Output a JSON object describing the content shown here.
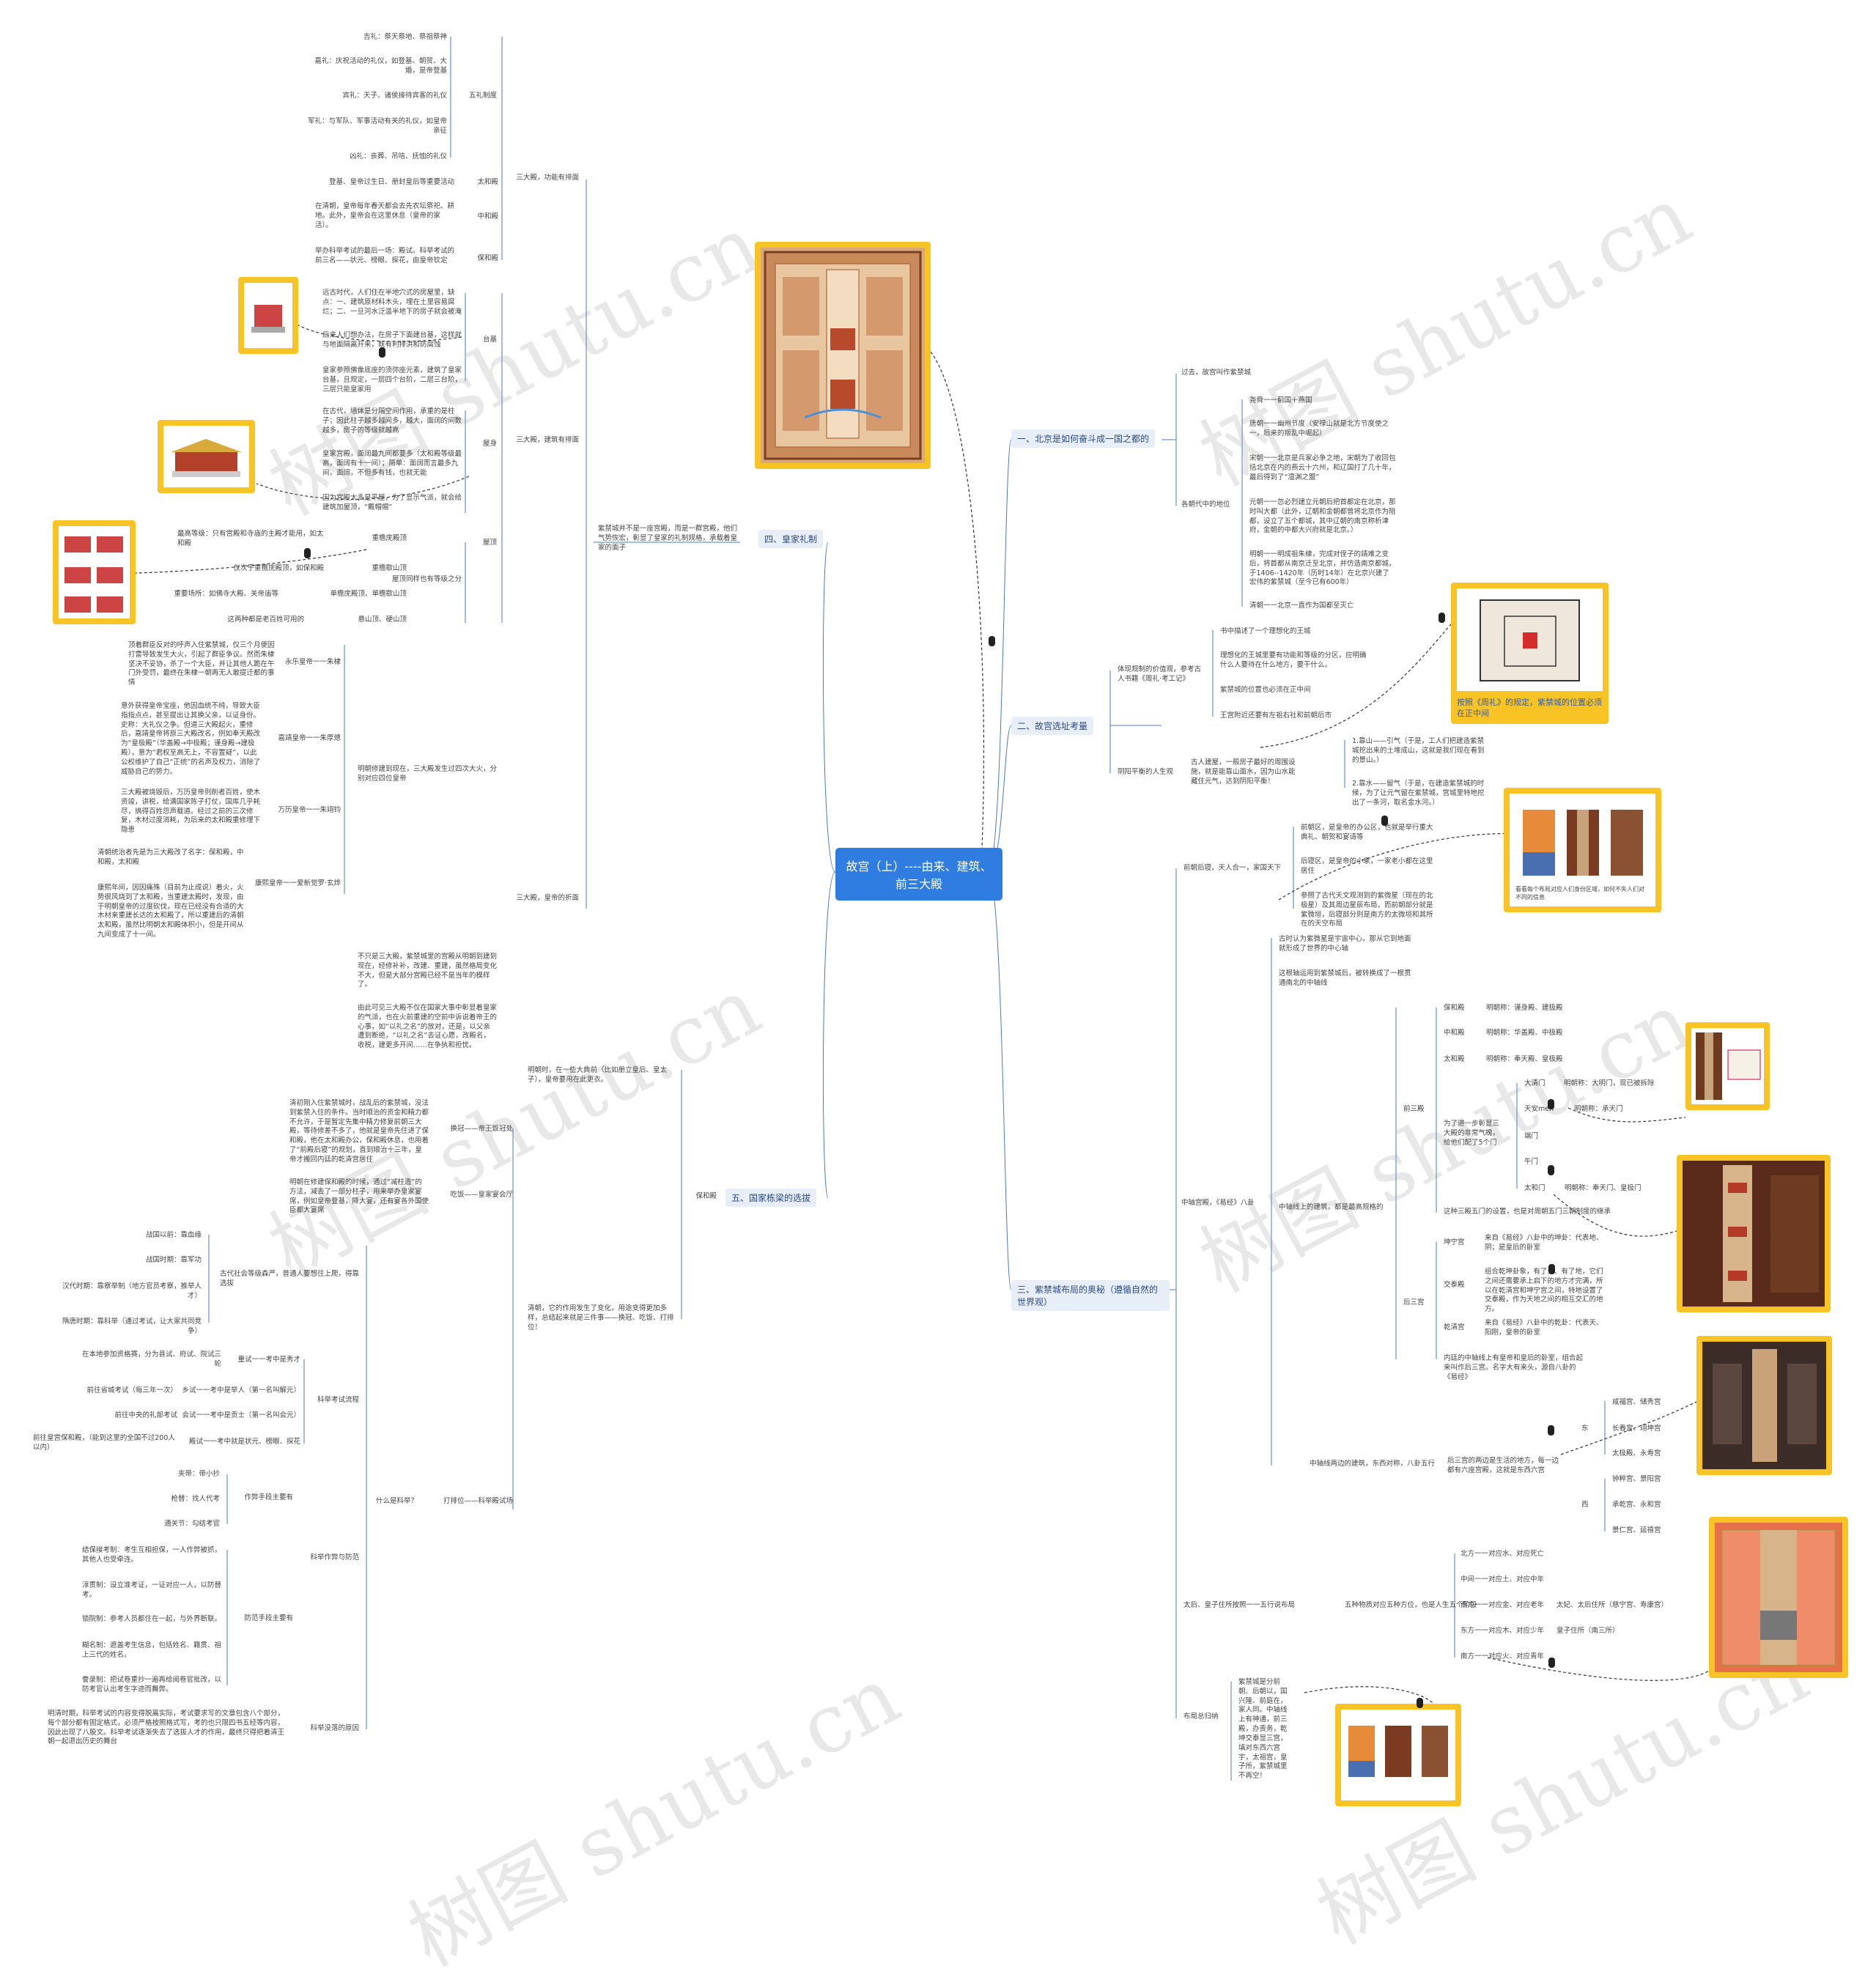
{
  "root": "故宫（上）----由来、建筑、前三大殿",
  "watermark": "树图 shutu.cn",
  "right": {
    "b1": {
      "title": "一、北京是如何奋斗成一国之都的",
      "past": "过去，故宫叫作紫禁城",
      "dyn_label": "各朝代中的地位",
      "dyn": [
        "尧舜一一蓟国＋燕国",
        "唐朝一一幽州节度（安禄山就是北方节度使之一，后来的叛乱中崛起）",
        "宋朝一一北京是兵家必争之地，宋朝为了收回包括北京在内的燕云十六州，和辽国打了几十年，最后得到了“澶渊之盟”",
        "元朝一一忽必烈建立元朝后把首都定在北京，那时叫大都（此外，辽朝和金朝都曾将北京作为陪都，设立了五个都城，其中辽朝的南京称析津府，金朝的中都大兴府就是北京。）",
        "明朝一一明成祖朱棣，完成对侄子的靖难之变后，将首都从南京迁至北京，并仿造南京都城，于1406--1420年（历时14年）在北京兴建了宏伟的紫禁城（至今已有600年）",
        "清朝一一北京一直作为国都至灭亡"
      ]
    },
    "b2": {
      "title": "二、故宫选址考量",
      "rites_label": "体现规制的价值观，参考古人书籍《周礼·考工记》",
      "rites": [
        "书中描述了一个理想化的王城",
        "理想化的王城里要有功能和等级的分区，应明确什么人要待在什么地方，要干什么。",
        "紫禁城的位置也必须在正中间",
        "王宫附近还要有左祖右社和前朝后市"
      ],
      "fengshui_label": "阴阳平衡的人生观",
      "fengshui_main": "古人建屋，一般房子最好的周围设施，就是能靠山面水，因为山水能藏住元气，达到阴阳平衡！",
      "mountain": "1.靠山——引气（于是，工人们把建造紫禁城挖出来的土堆成山，这就是我们现在看到的景山。）",
      "water": "2.靠水——留气（于是，在建造紫禁城的时候，为了让元气留在紫禁城，宫城里特地挖出了一条河，取名金水河。）",
      "card_caption": "按照《周礼》的规定，紫禁城的位置必须在正中间"
    },
    "b3": {
      "title": "三、紫禁城布局的奥秘（遵循自然的世界观）",
      "front": {
        "label": "前朝后寝，天人合一，家国天下",
        "items": [
          "前朝区，是皇帝的办公区，也就是举行重大典礼、朝贺和宴请等",
          "后寝区，是皇帝的小家，一家老小都在这里居住",
          "参照了古代天文观测到的紫微星（现在的北极星）及其周边星辰布局，而前朝部分就是紫微垣，后寝部分则是南方的太微垣和其所在的天空布局"
        ],
        "card_caption": "看看每个布局对应人们身份区域，如何不失人们对不同的信息"
      },
      "axis": {
        "label": "中轴宫殿，《易经》八卦",
        "pre": [
          "古时认为紫微星是宇宙中心，那从它到地面就形成了世界的中心轴",
          "这根轴运用到紫禁城后，被转换成了一根贯通南北的中轴线"
        ],
        "mid_label": "中轴线上的建筑，都是最高规格的",
        "three": [
          {
            "name": "保和殿",
            "sub": "明朝称：谨身殿、建极殿"
          },
          {
            "name": "中和殿",
            "sub": "明朝称：华盖殿、中极殿"
          },
          {
            "name": "太和殿",
            "sub": "明朝称：奉天殿、皇极殿"
          }
        ],
        "gates_label": "前三殿",
        "gates_desc": "为了进一步彰显三大殿的非常气魄，给他们配了5个门",
        "gates": [
          {
            "name": "大清门",
            "sub": "明朝称：大明门，现已被拆除"
          },
          {
            "name": "天安men",
            "sub": "明朝称：承天门"
          },
          {
            "name": "端门",
            "sub": ""
          },
          {
            "name": "午门",
            "sub": ""
          },
          {
            "name": "太和门",
            "sub": "明朝称：奉天门、皇极门"
          }
        ],
        "gates_note": "这种三殿五门的设置，也是对周朝五门三朝制度的继承",
        "back_label": "后三宫",
        "back": [
          {
            "name": "坤宁宫",
            "sub": "来自《易经》八卦中的坤卦：代表地、阴；是皇后的卧室"
          },
          {
            "name": "交泰殿",
            "sub": "组合乾坤卦象，有了天、有了地，它们之间还需要承上启下的地方才完满，所以在乾清宫和坤宁宫之间，特地设置了交泰殿，作为天地之间的相互交汇的地方。"
          },
          {
            "name": "乾清宫",
            "sub": "来自《易经》八卦中的乾卦：代表天、阳刚，皇帝的卧室"
          }
        ],
        "back_note": "内廷的中轴线上有皇帝和皇后的卧室，组合起来叫作后三宫。名字大有来头，源自八卦的《易经》",
        "side_label": "中轴线两边的建筑，东西对称，八卦五行",
        "side_desc": "后三宫的两边是生活的地方，每一边都有六座宫殿，这就是东西六宫",
        "east_label": "东",
        "east": [
          "咸福宫、储秀宫",
          "长春宫、翊坤宫",
          "太极殿、永寿宫"
        ],
        "west_label": "西",
        "west": [
          "钟粹宫、景阳宫",
          "承乾宫、永和宫",
          "景仁宫、延禧宫"
        ]
      },
      "elements": {
        "label": "太后、皇子住所按照一一五行说布局",
        "mid": "五种物质对应五种方位，也是人生五个阶段",
        "items": [
          {
            "t": "北方一一对应水、对应死亡",
            "r": ""
          },
          {
            "t": "中间一一对应土、对应中年",
            "r": ""
          },
          {
            "t": "西方一一对应金、对应老年",
            "r": "太妃、太后住所（慈宁宫、寿康宫）"
          },
          {
            "t": "东方一一对应木、对应少年",
            "r": "皇子住所（南三所）"
          },
          {
            "t": "南方一一对应火、对应青年",
            "r": ""
          }
        ]
      },
      "summary": {
        "label": "布局总归纳",
        "text": "紫禁城是分前朝、后朝以，国兴隆、前庭在，家人同。中轴线上有神通，前三殿，办责务，乾坤交泰显三宫，填对东西六宫宇，太祖宫，皇子所，紫禁城里不再空！"
      }
    }
  },
  "left": {
    "b4": {
      "title": "四、皇家礼制",
      "intro": "紫禁城并不是一座宫殿，而是一群宫殿，他们气势恢宏，彰显了皇家的礼制规格，承载着皇家的面子",
      "func": {
        "label": "三大殿，功能有排面",
        "rites_label": "五礼制度",
        "rites": [
          "吉礼：祭天祭地、祭祖祭神",
          "嘉礼：庆祝活动的礼仪，如登基、朝贺、大婚，是帝登基",
          "宾礼：天子、诸侯接待宾客的礼仪",
          "军礼：与军队、军事活动有关的礼仪，如皇帝亲征",
          "凶礼：丧葬、吊唁、抚恤的礼仪"
        ],
        "halls": [
          {
            "name": "太和殿",
            "desc": "登基、皇帝过生日、册封皇后等重要活动"
          },
          {
            "name": "中和殿",
            "desc": "在清朝，皇帝每年春天都会去先农坛祭祀、耕地。此外，皇帝会在这里休息（皇帝的家活）。"
          },
          {
            "name": "保和殿",
            "desc": "举办科举考试的最后一场：殿试。科举考试的前三名——状元、榜眼、探花，由皇帝钦定"
          }
        ]
      },
      "build": {
        "label": "三大殿，建筑有排面",
        "base_label": "台基",
        "base": [
          "远古时代，人们住在半地穴式的房屋里，缺点：一、建筑原材料木头，埋在土里容易腐烂；二、一旦河水泛滥半地下的房子就会被淹",
          "后来人们想办法，在房子下面建台基，这样就与地面隔离开来，既有利排洪和防腐蚀",
          "皇家参照佛像底座的须弥座元素，建筑了皇家台基，且规定，一层四个台阶，二层三台阶，三层只能皇家用"
        ],
        "body_label": "屋身",
        "body": [
          "在古代，墙体是分隔空间作用，承重的是柱子；因此柱子越多越间多，越大，面阔的间数越多，房子的等级就越高",
          "皇家宫殿，面阔最九间都要多（太和殿等级最高，面阔有十一间）；简单：面阔而言最多九间，面阔，不但多有钱，也就无能",
          "因为宫殿大多是平屋，为了显示气派，就会给建筑加屋顶，“戴帽帽”"
        ],
        "roof_label": "屋顶",
        "roof_main": "屋顶同样也有等级之分",
        "roof": [
          {
            "a": "最高等级：只有宫殿和寺庙的主殿才能用，如太和殿",
            "b": "重檐庑殿顶"
          },
          {
            "a": "仅次于重檐庑殿顶，如保和殿",
            "b": "重檐歇山顶"
          },
          {
            "a": "重要场所：如佛寺大殿、关帝庙等",
            "b": "单檐庑殿顶、单檐歇山顶"
          },
          {
            "a": "这两种都是老百姓可用的",
            "b": "悬山顶、硬山顶"
          }
        ]
      },
      "history": {
        "label": "三大殿，皇帝的折面",
        "ming_label": "明朝修建到现在，三大殿发生过四次大火，分别对应四位皇帝",
        "emperors": [
          {
            "name": "永乐皇帝一一朱棣",
            "desc": "顶着群臣反对的呼声入住紫禁城，仅三个月便因打雷导致发生大火，引起了群臣争议。然而朱棣坚决不妥协，杀了一个大臣，并让其他人跪在午门外受罚，最终在朱棣一朝再无人敢提迁都的事情"
          },
          {
            "name": "嘉靖皇帝一一朱厚熜",
            "desc": "意外获得皇帝宝座，他因血统不纯，导致大臣指指点点，甚至提出让其换父亲，以证身份。史称：大礼仪之争。但道三大殿起火，重修后，嘉靖皇帝将原三大殿改名，例如奉天殿改为“皇极殿”（华盖殿→中极殿；谨身殿→建极殿），意为“君权至高无上，不容置疑”，以此公权维护了自己“正统”的名声及权力，消除了威胁自己的势力。"
          },
          {
            "name": "万历皇帝一一朱翊钧",
            "desc": "三大殿被烧毁后，万历皇帝则削者百姓，使木资竣，讲税，给满国家陈子打仗，国库几乎耗尽，搞得百姓怨声载道。经过之前的三次修复，木材过度消耗，为后来的太和殿重修埋下隐患"
          },
          {
            "name": "康熙皇帝一一爱新觉罗·玄烨",
            "desc": "康熙年间，因因痛殊（目前为止成说）着火，火势很风烧到了太和殿，当重建太殿时，发现，由于明朝皇帝的过度砍伐，现在已经没有合适的大木材来重建长达的太和殿了，所以重建后的清朝太和殿，虽然比明朝太和殿体积小，但是开间从九间变成了十一间。"
          }
        ],
        "qing_note": "清朝统治者先是为三大殿改了名字：保和殿，中和殿，太和殿",
        "conclusion1": "不只是三大殿，紫禁城里的宫殿从明朝到建到现在，经修补补，改建、重建，虽然格局变化不大，但是大部分宫殿已经不是当年的模样了。",
        "conclusion2": "由此可见三大殿不仅在国家大事中彰显着皇家的气派，也在火前重建的空前中诉说着帝王的心事，如“以礼之名”的放对，还是，以父亲遭到断绝，“以礼之名”去证心愿，改殿名，收税，建更多开间……在争执和担忧。"
      }
    },
    "b5": {
      "title": "五、国家栋梁的选拔",
      "hall": "保和殿",
      "intro": "明朝时，在一些大典前（比如册立皇后、皇太子），皇帝要用在此更衣。",
      "qing_intro": "清朝，它的作用发生了变化，用途变得更加多样，总结起来就是三件事——换冠、吃饭、打排位！",
      "things": [
        {
          "name": "换冠——帝王饭冠处",
          "desc": "清初刚入住紫禁城时，战乱后的紫禁城，没法到紫禁入住的条件。当时顺治的资金和精力都不允许，于是暂定先集中精力修复前朝三大殿，等待修差不多了，他就是皇帝先住进了保和殿，他在太和殿办公，保和殿休息，也用着了“前殿后寝”的规划，直到顺治十三年，皇帝才搬回内廷的乾清宫居住"
        },
        {
          "name": "吃饭——皇家宴会厅",
          "desc": "明朝在修建保和殿的时候，通过“减柱造”的方法，减去了一部分柱子，用来举办皇家宴席，例如皇帝登基，降大宴，还有宴各外国使臣都大宴席"
        },
        {
          "name": "打排位——科举殿试场",
          "desc": ""
        }
      ],
      "keju_label": "什么是科举？",
      "ancient": {
        "label": "古代社会等级森严，普通人要想往上爬，得靠选拔",
        "items": [
          "战国以前：靠血缘",
          "战国时期：靠军功",
          "汉代时期：靠察举制（地方官员考察，推举人才）",
          "隋唐时期：靠科举（通过考试，让大家共同竞争）"
        ]
      },
      "process": {
        "label": "科举考试流程",
        "items": [
          {
            "a": "在本地参加资格赛，分为县试、府试、院试三轮",
            "b": "童试一一考中是秀才"
          },
          {
            "a": "前往省城考试（每三年一次）",
            "b": "乡试一一考中是举人（第一名叫解元）"
          },
          {
            "a": "前往中央的礼部考试",
            "b": "会试一一考中是贡士（第一名叫会元）"
          },
          {
            "a": "前往皇宫保和殿，（能到这里的全国不过200人以内）",
            "b": "殿试一一考中就是状元、榜眼、探花"
          }
        ]
      },
      "cheat": {
        "label": "科举作弊与防范",
        "methods_label": "作弊手段主要有",
        "methods": [
          "夹带：带小抄",
          "枪替：找人代考",
          "通关节：勾结考官"
        ],
        "prevent_label": "防范手段主要有",
        "prevent": [
          "结保接考制：考生互相担保，一人作弊被抓，其他人也受牵连。",
          "淳贯制：设立准考证，一证对应一人，以防替考。",
          "锁院制：参考人员都住在一起，与外界断联。",
          "糊名制：遮盖考生信息，包括姓名、籍贯、祖上三代的姓名。",
          "誊录制：把试卷重抄一遍再给阅卷官批改，以防考官认出考生字迹而舞弊。"
        ]
      },
      "decline": {
        "label": "科举没落的原因",
        "text": "明清时期，科举考试的内容变得脱离实际，考试要求写的文章包含八个部分，每个部分都有固定格式，必须严格按照格式写，考的也只限四书五经等内容，因此出现了八股文。科举考试逐渐失去了选拔人才的作用，最终只得把着清王朝一起退出历史的舞台"
      }
    }
  }
}
